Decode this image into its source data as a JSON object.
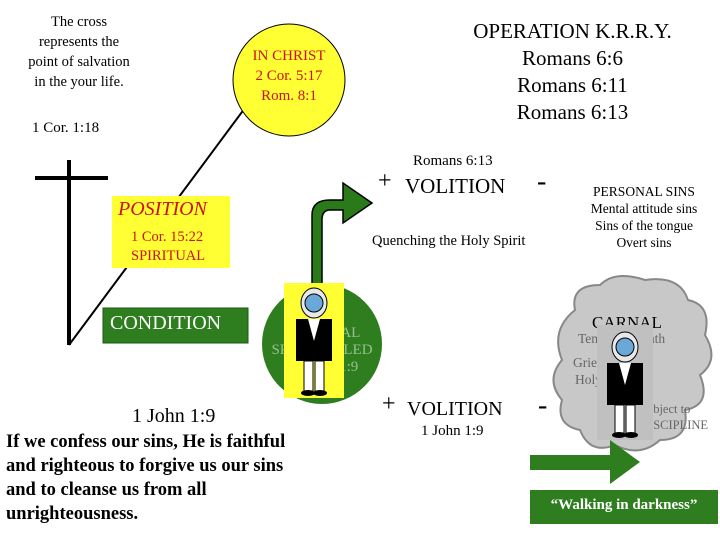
{
  "salvation_note": [
    "The cross",
    "represents the",
    "point of salvation",
    "in the your life."
  ],
  "cor_ref": "1 Cor. 1:18",
  "in_christ": [
    "IN CHRIST",
    "2 Cor. 5:17",
    "Rom. 8:1"
  ],
  "operation": [
    "OPERATION K.R.R.Y.",
    "Romans 6:6",
    "Romans 6:11",
    "Romans 6:13"
  ],
  "volition_top": {
    "ref": "Romans 6:13",
    "plus": "+",
    "label": "VOLITION",
    "minus": "-"
  },
  "personal_sins": [
    "PERSONAL SINS",
    "Mental attitude sins",
    "Sins of the tongue",
    "Overt sins"
  ],
  "quenching": "Quenching the Holy Spirit",
  "position": {
    "title": "POSITION",
    "ref": "1 Cor. 15:22",
    "sub": "SPIRITUAL"
  },
  "condition": "CONDITION",
  "spiritual_circle": [
    "SPIRITUAL",
    "SPIRIT-FILLED",
    "1 JOHN 1:9"
  ],
  "carnal": {
    "title": "CARNAL",
    "lines": [
      "Temporal Death",
      "Grieving the",
      "Holy Spirit",
      "Subject to",
      "DISCIPLINE"
    ]
  },
  "volition_bottom": {
    "plus": "+",
    "label": "VOLITION",
    "minus": "-",
    "ref": "1 John 1:9"
  },
  "verse": {
    "ref": "1 John 1:9",
    "lines": [
      "If we confess our sins, He is faithful",
      "and righteous to forgive us our sins",
      "and to cleanse us from all",
      "unrighteousness."
    ]
  },
  "walking_darkness": "“Walking in darkness”",
  "colors": {
    "yellow": "#ffff33",
    "green": "#2e7d1f",
    "green_border": "#1a5a10",
    "dark_green": "#2a6a1a",
    "red_text": "#cc1111",
    "gray_cloud": "#c8c8c8"
  }
}
